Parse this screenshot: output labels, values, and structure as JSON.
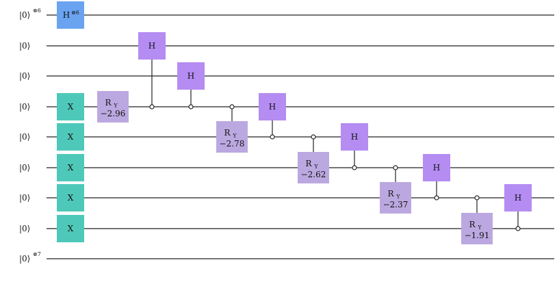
{
  "colors": {
    "hadamard_register": "#6aa3f0",
    "h_gate": "#b48cf2",
    "x_gate": "#4ec9b9",
    "ry_gate": "#bca8e0",
    "wire": "#222222"
  },
  "wires": [
    {
      "label": "|0⟩",
      "power": "⊗6"
    },
    {
      "label": "|0⟩"
    },
    {
      "label": "|0⟩"
    },
    {
      "label": "|0⟩"
    },
    {
      "label": "|0⟩"
    },
    {
      "label": "|0⟩"
    },
    {
      "label": "|0⟩"
    },
    {
      "label": "|0⟩"
    },
    {
      "label": "|0⟩",
      "power": "⊗7"
    }
  ],
  "gates": [
    {
      "type": "h_register",
      "wire": 0,
      "col": 0,
      "label": "H",
      "power": "⊗6"
    },
    {
      "type": "x",
      "wire": 3,
      "col": 0,
      "label": "X"
    },
    {
      "type": "x",
      "wire": 4,
      "col": 0,
      "label": "X"
    },
    {
      "type": "x",
      "wire": 5,
      "col": 0,
      "label": "X"
    },
    {
      "type": "x",
      "wire": 6,
      "col": 0,
      "label": "X"
    },
    {
      "type": "x",
      "wire": 7,
      "col": 0,
      "label": "X"
    },
    {
      "type": "ry",
      "wire": 3,
      "col": 1,
      "label": "R",
      "sub": "Y",
      "angle": "−2.96"
    },
    {
      "type": "h",
      "wire": 1,
      "col": 2,
      "label": "H",
      "control": 3
    },
    {
      "type": "h",
      "wire": 2,
      "col": 3,
      "label": "H",
      "control": 3
    },
    {
      "type": "ry",
      "wire": 4,
      "col": 4,
      "label": "R",
      "sub": "Y",
      "angle": "−2.78",
      "control": 3
    },
    {
      "type": "h",
      "wire": 3,
      "col": 5,
      "label": "H",
      "control": 4
    },
    {
      "type": "ry",
      "wire": 5,
      "col": 6,
      "label": "R",
      "sub": "Y",
      "angle": "−2.62",
      "control": 4
    },
    {
      "type": "h",
      "wire": 4,
      "col": 7,
      "label": "H",
      "control": 5
    },
    {
      "type": "ry",
      "wire": 6,
      "col": 8,
      "label": "R",
      "sub": "Y",
      "angle": "−2.37",
      "control": 5
    },
    {
      "type": "h",
      "wire": 5,
      "col": 9,
      "label": "H",
      "control": 6
    },
    {
      "type": "ry",
      "wire": 7,
      "col": 10,
      "label": "R",
      "sub": "Y",
      "angle": "−1.91",
      "control": 6
    },
    {
      "type": "h",
      "wire": 6,
      "col": 11,
      "label": "H",
      "control": 7
    }
  ]
}
